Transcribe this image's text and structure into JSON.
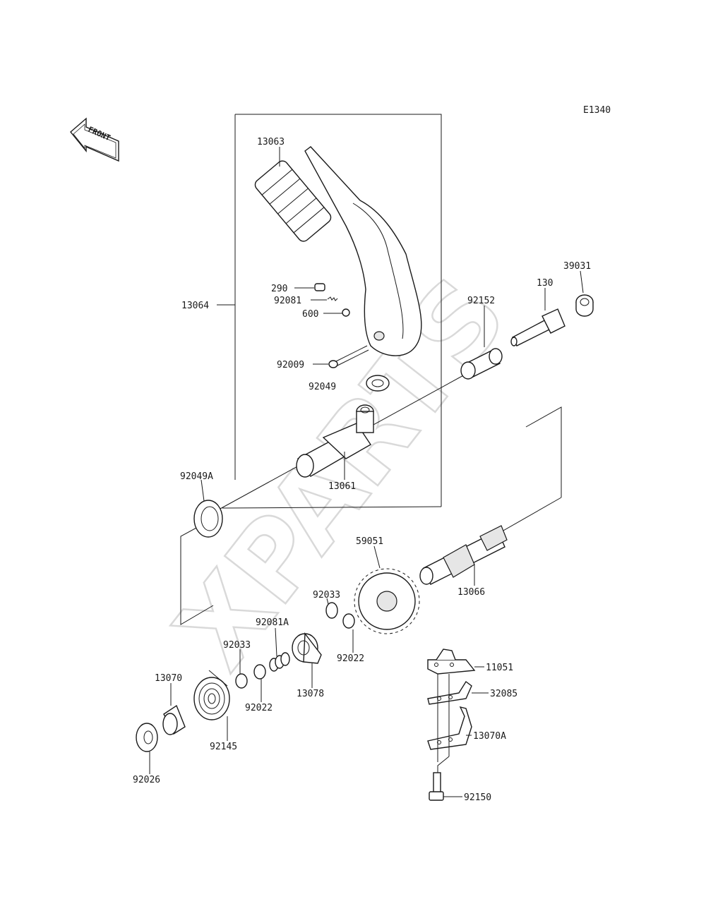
{
  "diagram_code": "E1340",
  "direction_label": "FRONT",
  "watermark": "XPARTS",
  "part_labels": {
    "p13063": "13063",
    "p13064": "13064",
    "p290": "290",
    "p92081": "92081",
    "p600": "600",
    "p92009": "92009",
    "p92049": "92049",
    "p92049A": "92049A",
    "p13061": "13061",
    "p92152": "92152",
    "p130": "130",
    "p39031": "39031",
    "p59051": "59051",
    "p13066": "13066",
    "p92033a": "92033",
    "p92022a": "92022",
    "p92081A": "92081A",
    "p13078": "13078",
    "p92033b": "92033",
    "p92022b": "92022",
    "p13070": "13070",
    "p92145": "92145",
    "p92026": "92026",
    "p11051": "11051",
    "p32085": "32085",
    "p13070A": "13070A",
    "p92150": "92150"
  },
  "colors": {
    "ink": "#1a1a1a",
    "watermark": "#d9d9d9",
    "background": "#ffffff"
  }
}
